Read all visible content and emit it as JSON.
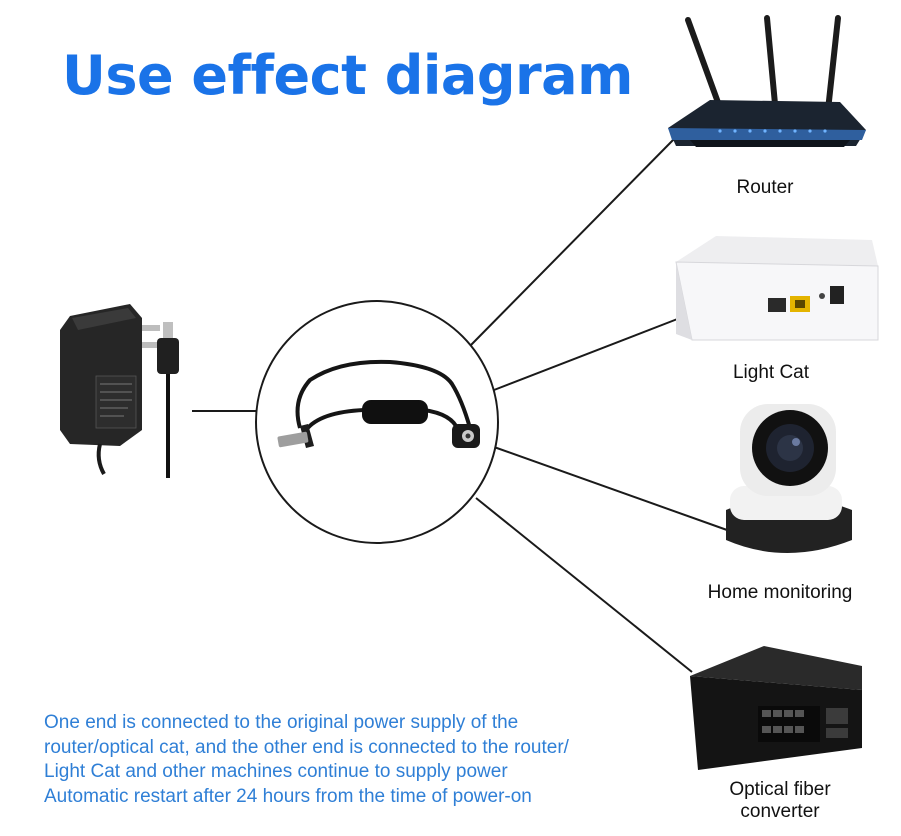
{
  "title": "Use effect diagram",
  "devices": {
    "router": "Router",
    "light_cat": "Light Cat",
    "home_monitoring": "Home monitoring",
    "fiber_line1": "Optical fiber",
    "fiber_line2": "converter"
  },
  "description": [
    "One end is connected to the original power supply of the",
    "router/optical cat, and the other end is connected to the router/",
    "Light Cat and other machines continue to supply power",
    "Automatic restart after 24 hours from the time of power-on"
  ],
  "colors": {
    "title": "#1a73e8",
    "description": "#2f7fd6",
    "router_accent": "#2f5f9e"
  }
}
